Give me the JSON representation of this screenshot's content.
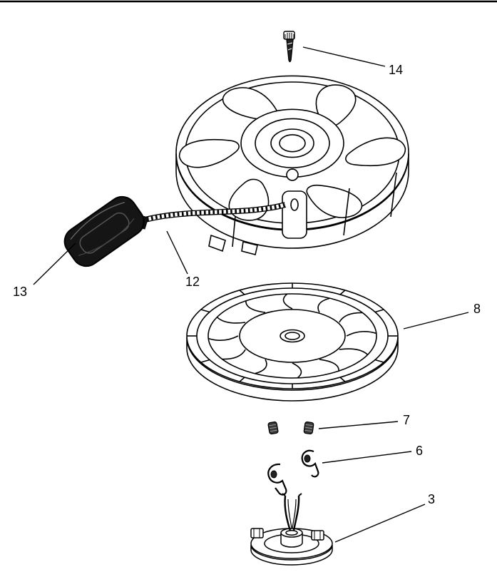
{
  "page": {
    "background_color": "#ffffff",
    "line_color": "#000000",
    "handle_color": "#151515"
  },
  "diagram": {
    "type": "exploded-parts-diagram",
    "description": "Recoil starter assembly exploded view",
    "labels": [
      {
        "id": "14"
      },
      {
        "id": "13"
      },
      {
        "id": "12"
      },
      {
        "id": "8"
      },
      {
        "id": "7"
      },
      {
        "id": "6"
      },
      {
        "id": "3"
      }
    ]
  }
}
